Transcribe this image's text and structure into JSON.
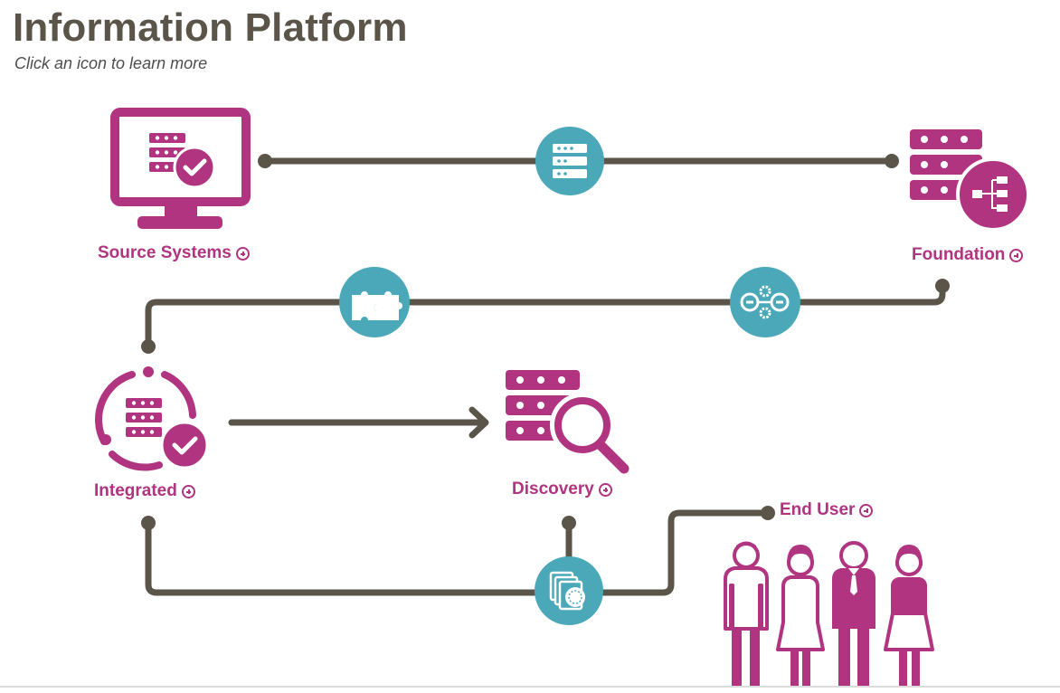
{
  "header": {
    "title": "Information Platform",
    "subtitle": "Click an icon to learn more"
  },
  "nodes": {
    "source_systems": "Source Systems",
    "foundation": "Foundation",
    "integrated": "Integrated",
    "discovery": "Discovery",
    "end_user": "End User"
  },
  "colors": {
    "magenta": "#b0347f",
    "teal": "#4aa8b8",
    "line": "#5a5449",
    "title": "#5a5449"
  },
  "icons": {
    "source_systems": "monitor-server-check-icon",
    "foundation": "server-network-icon",
    "integrated": "server-cycle-check-icon",
    "discovery": "server-magnifier-icon",
    "end_user": "people-group-icon",
    "connector_1": "server-stack-icon",
    "connector_2": "puzzle-icon",
    "connector_3": "gears-process-icon",
    "connector_4": "reports-stack-icon"
  }
}
